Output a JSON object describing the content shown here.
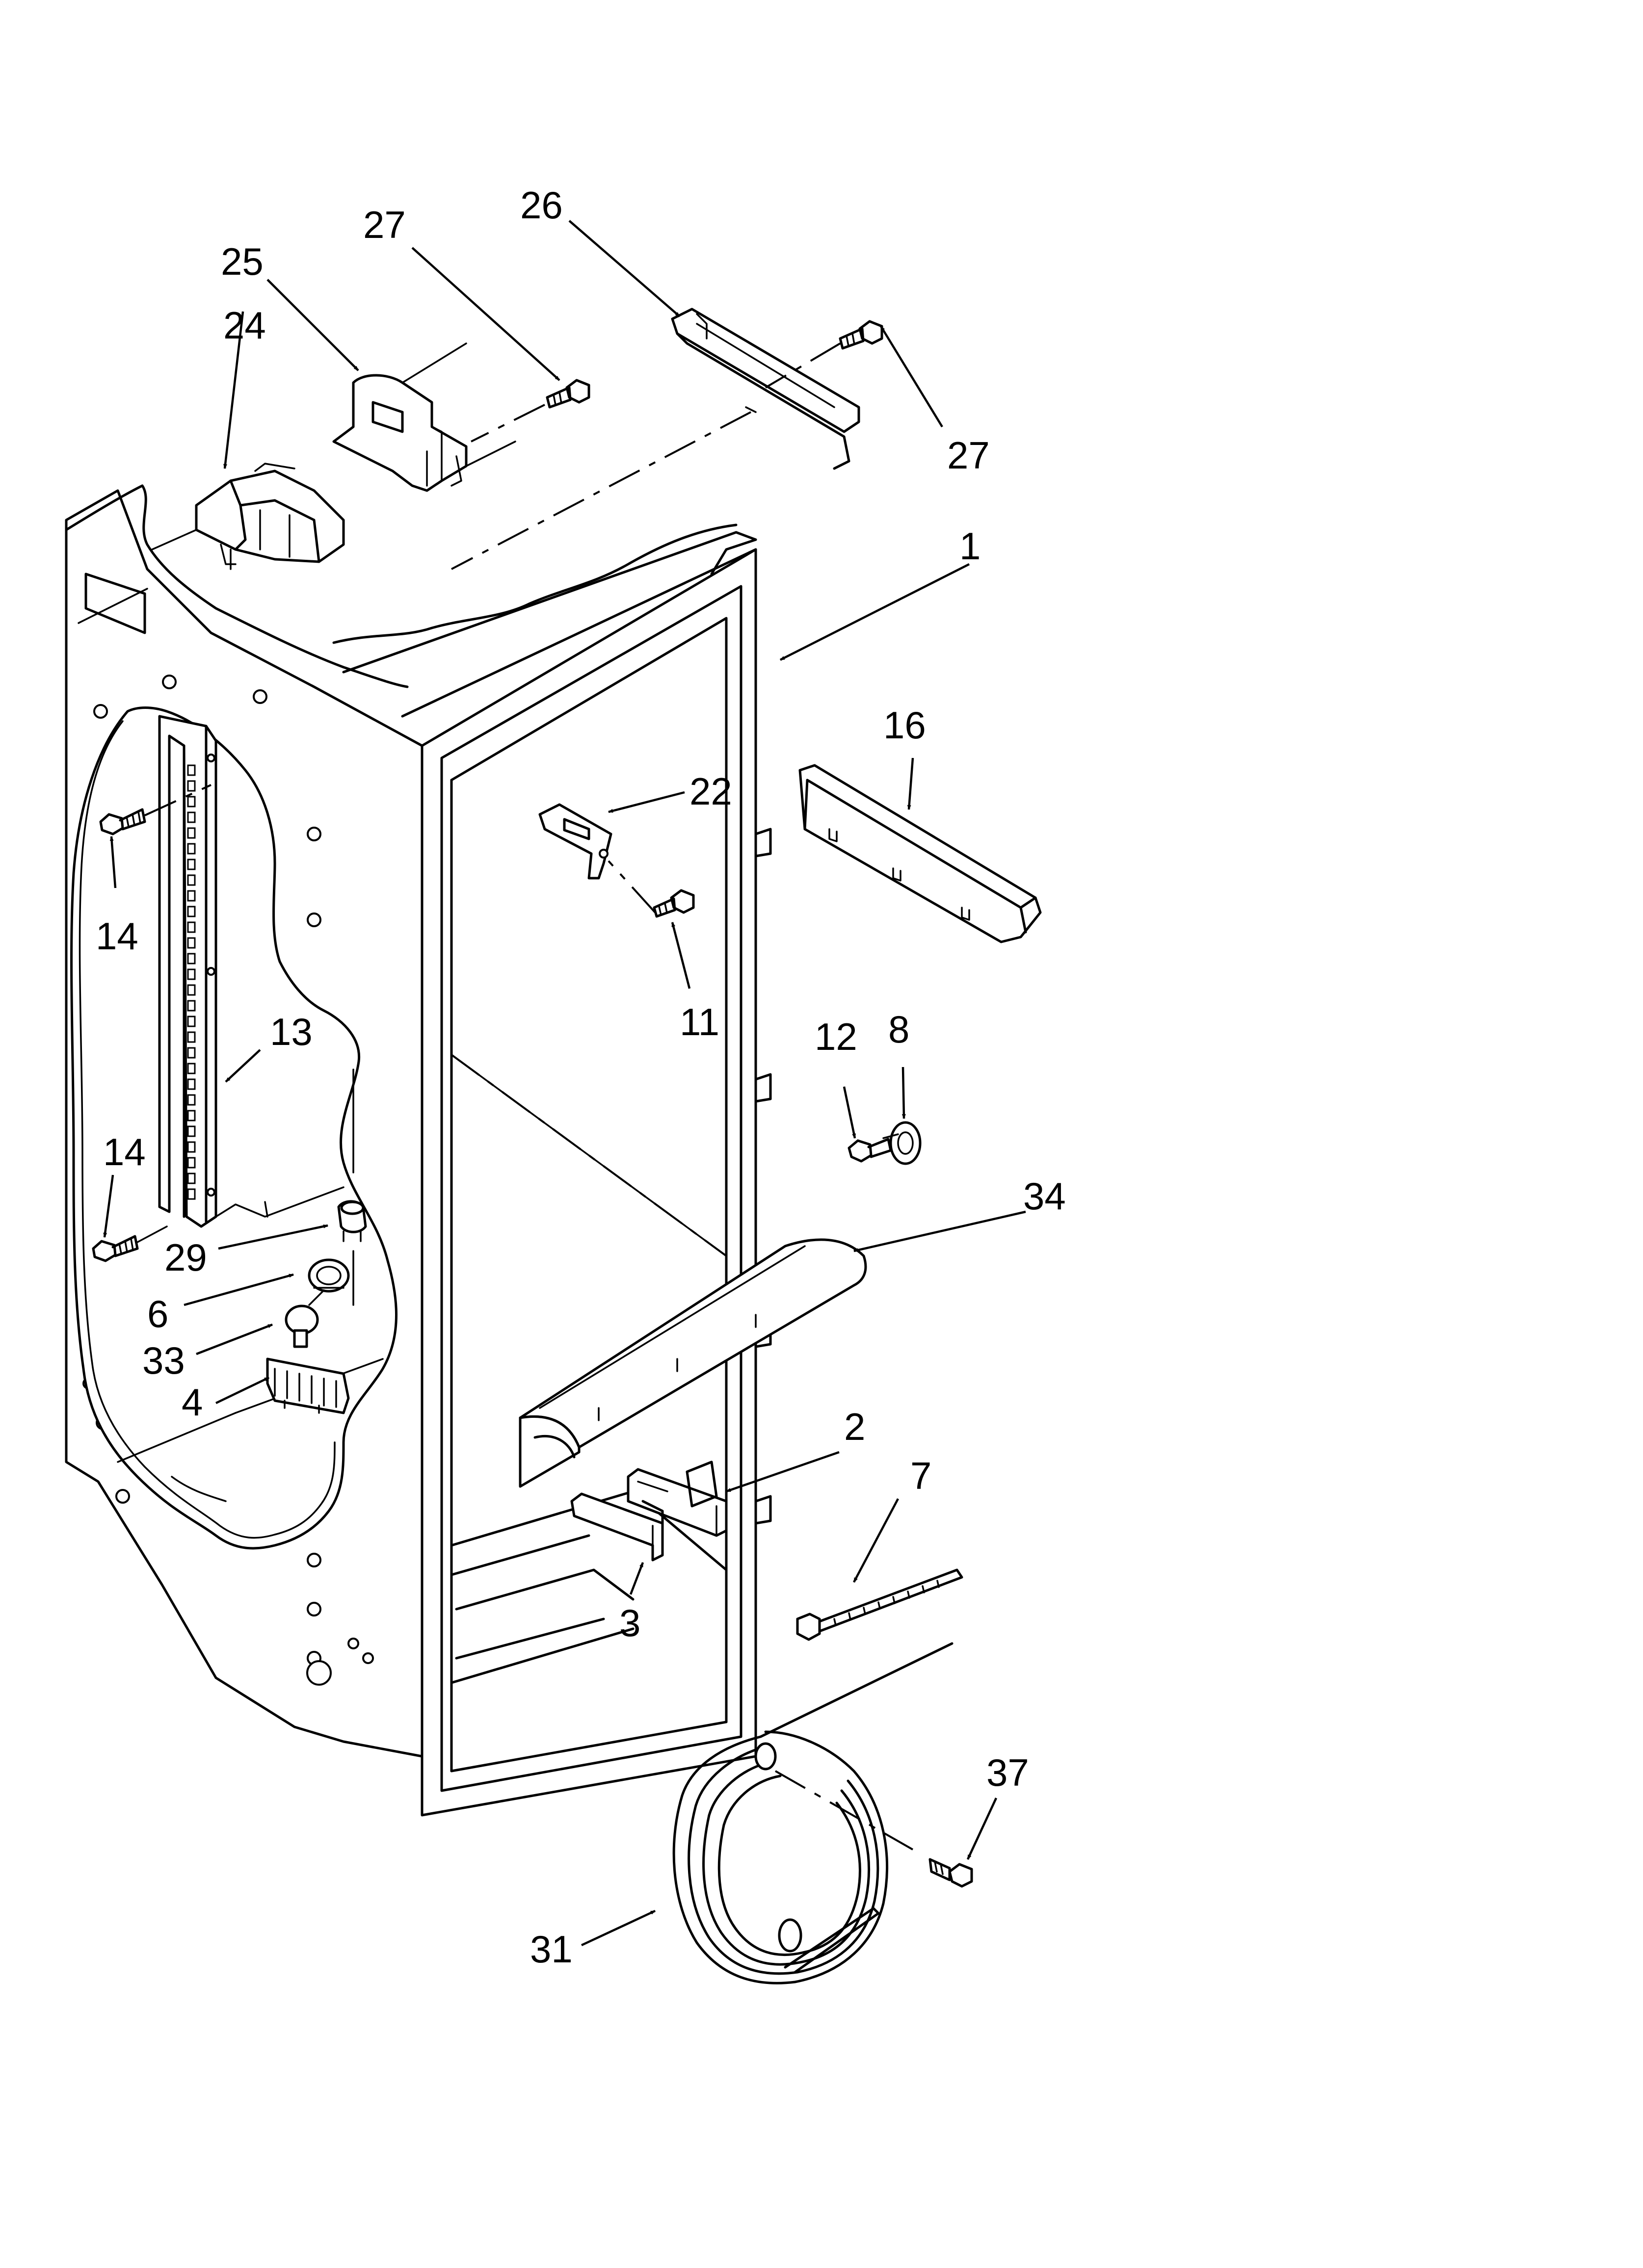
{
  "diagram": {
    "callouts": [
      {
        "id": "c1",
        "label": "1"
      },
      {
        "id": "c2",
        "label": "2"
      },
      {
        "id": "c3",
        "label": "3"
      },
      {
        "id": "c4",
        "label": "4"
      },
      {
        "id": "c6",
        "label": "6"
      },
      {
        "id": "c7",
        "label": "7"
      },
      {
        "id": "c8",
        "label": "8"
      },
      {
        "id": "c11",
        "label": "11"
      },
      {
        "id": "c12",
        "label": "12"
      },
      {
        "id": "c13",
        "label": "13"
      },
      {
        "id": "c14a",
        "label": "14"
      },
      {
        "id": "c14b",
        "label": "14"
      },
      {
        "id": "c16",
        "label": "16"
      },
      {
        "id": "c22",
        "label": "22"
      },
      {
        "id": "c24",
        "label": "24"
      },
      {
        "id": "c25",
        "label": "25"
      },
      {
        "id": "c26",
        "label": "26"
      },
      {
        "id": "c27a",
        "label": "27"
      },
      {
        "id": "c27b",
        "label": "27"
      },
      {
        "id": "c29",
        "label": "29"
      },
      {
        "id": "c31",
        "label": "31"
      },
      {
        "id": "c33",
        "label": "33"
      },
      {
        "id": "c34",
        "label": "34"
      },
      {
        "id": "c37",
        "label": "37"
      }
    ]
  }
}
